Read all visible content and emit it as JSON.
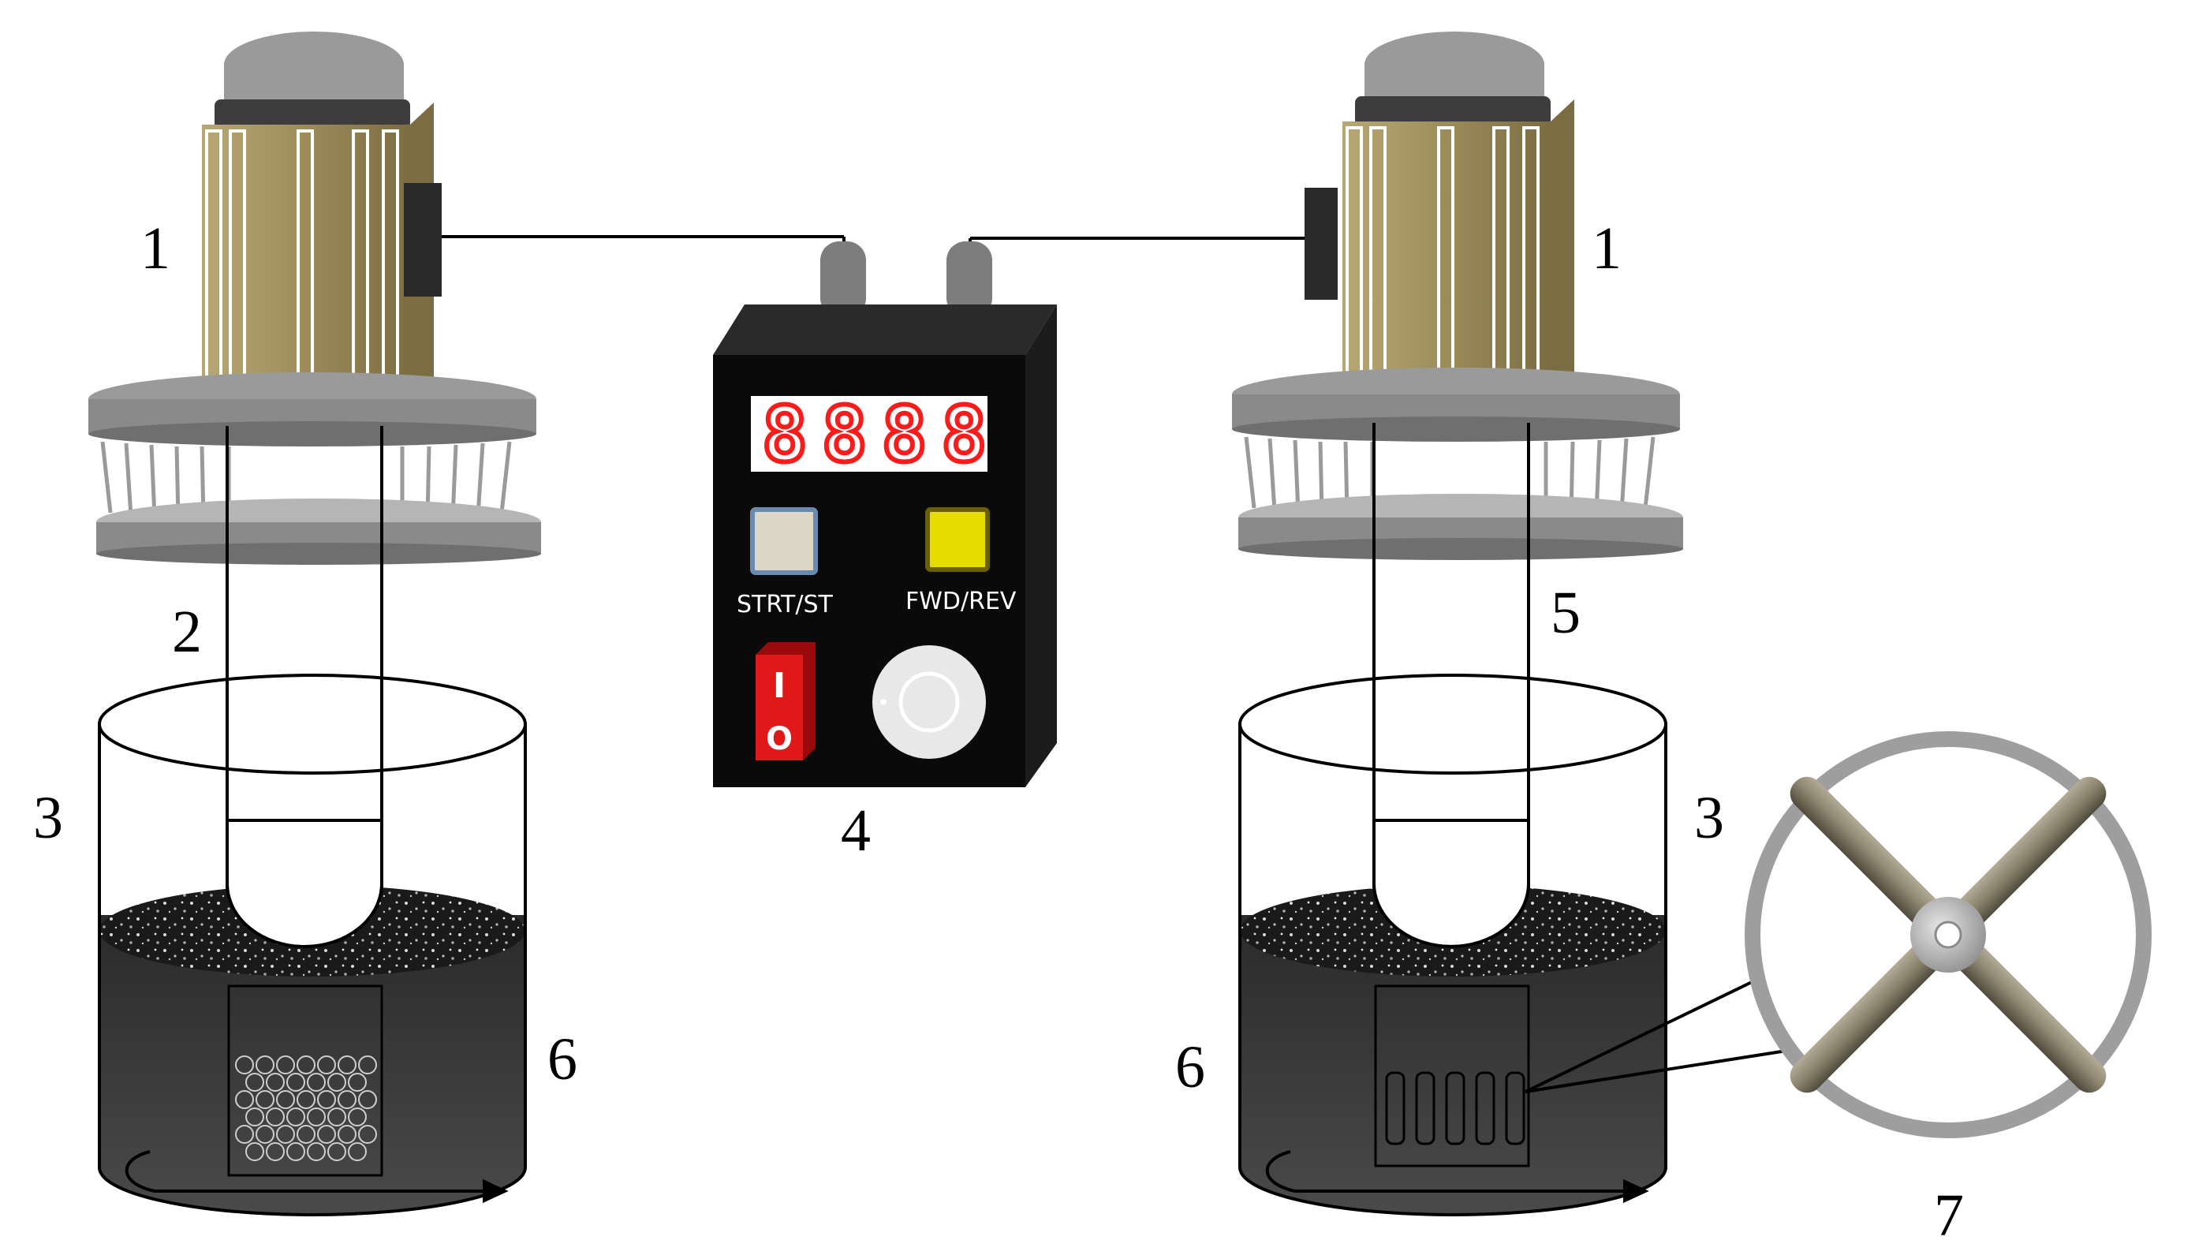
{
  "callouts": {
    "motor_left": "1",
    "motor_right": "1",
    "shaft_left": "2",
    "vessel_left": "3",
    "vessel_right": "3",
    "controller": "4",
    "shaft_right": "5",
    "slurry_left": "6",
    "slurry_right": "6",
    "impeller_detail": "7"
  },
  "controller": {
    "display_value": "8888",
    "start_stop_label": "STRT/ST",
    "fwd_rev_label": "FWD/REV",
    "power_switch_on": "I",
    "power_switch_off": "O"
  },
  "colors": {
    "motor_body": "#9c8c5a",
    "motor_cap": "#9a9a9a",
    "controller_body": "#0a0a0a",
    "display_digits": "#ff1a1a",
    "start_stop_button": "#dcd6c6",
    "fwd_rev_button": "#e6dc00",
    "power_switch": "#e01818",
    "slurry": "#3a3a3a"
  }
}
